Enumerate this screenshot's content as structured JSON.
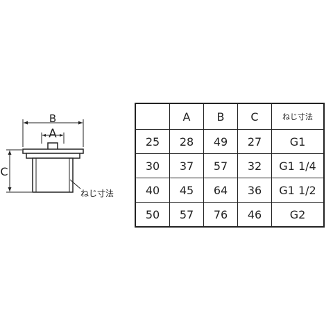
{
  "diagram": {
    "labels": {
      "b": "B",
      "a": "A",
      "c": "C",
      "thread": "ねじ寸法"
    }
  },
  "table": {
    "headers": [
      "",
      "A",
      "B",
      "C",
      "ねじ寸法"
    ],
    "rows": [
      [
        "25",
        "28",
        "49",
        "27",
        "G1"
      ],
      [
        "30",
        "37",
        "57",
        "32",
        "G1 1/4"
      ],
      [
        "40",
        "45",
        "64",
        "36",
        "G1 1/2"
      ],
      [
        "50",
        "57",
        "76",
        "46",
        "G2"
      ]
    ]
  }
}
